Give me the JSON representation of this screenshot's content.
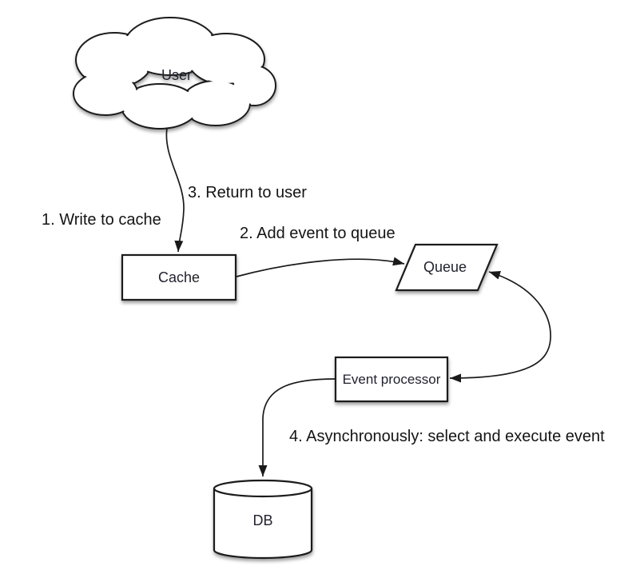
{
  "diagram": {
    "type": "flow-diagram",
    "colors": {
      "background": "#ffffff",
      "stroke": "#1a1a1a",
      "node_text": "#23232e",
      "label_text": "#141414"
    },
    "nodes": {
      "user": {
        "label": "User",
        "shape": "cloud"
      },
      "cache": {
        "label": "Cache",
        "shape": "rectangle"
      },
      "queue": {
        "label": "Queue",
        "shape": "parallelogram"
      },
      "event_processor": {
        "label": "Event processor",
        "shape": "rectangle"
      },
      "db": {
        "label": "DB",
        "shape": "cylinder"
      }
    },
    "steps": {
      "step1": {
        "label": "1. Write to cache",
        "edge": "user→cache"
      },
      "step2": {
        "label": "2. Add event to queue",
        "edge": "cache→queue"
      },
      "step3": {
        "label": "3. Return to user",
        "edge": "cache→user"
      },
      "step4": {
        "label": "4. Asynchronously: select and execute event",
        "edge": "event_processor→db"
      }
    },
    "unlabeled_edges": {
      "queue_event_processor": {
        "edge": "queue↔event_processor",
        "bidirectional": true
      }
    }
  }
}
